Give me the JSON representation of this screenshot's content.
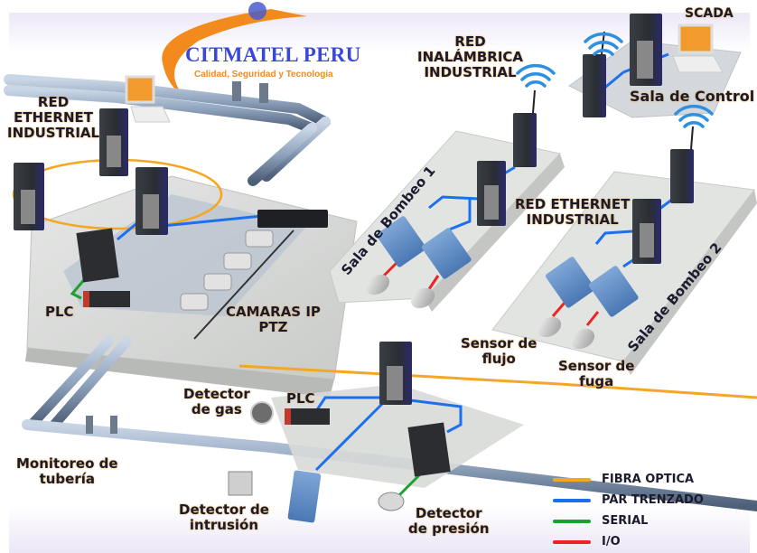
{
  "brand": {
    "name": "CITMATEL PERU",
    "tagline": "Calidad, Seguridad y Tecnologia"
  },
  "labels": {
    "scada": "SCADA",
    "sala_control": "Sala de Control",
    "red_inalambrica": [
      "RED",
      "INALÁMBRICA",
      "INDUSTRIAL"
    ],
    "red_ethernet_left": [
      "RED",
      "ETHERNET",
      "INDUSTRIAL"
    ],
    "red_ethernet_right": [
      "RED ETHERNET",
      "INDUSTRIAL"
    ],
    "sala_bombeo_1": "Sala de Bombeo 1",
    "sala_bombeo_2": "Sala de Bombeo 2",
    "plc_top": "PLC",
    "camaras": [
      "CAMARAS IP",
      "PTZ"
    ],
    "sensor_flujo": [
      "Sensor de",
      "flujo"
    ],
    "sensor_fuga": [
      "Sensor de",
      "fuga"
    ],
    "detector_gas": [
      "Detector",
      "de gas"
    ],
    "plc_bottom": "PLC",
    "monitoreo": [
      "Monitoreo de",
      "tubería"
    ],
    "detector_intrusion": [
      "Detector de",
      "intrusión"
    ],
    "detector_presion": [
      "Detector",
      "de presión"
    ]
  },
  "legend": [
    {
      "label": "FIBRA OPTICA",
      "color": "#f5a623"
    },
    {
      "label": "PAR TRENZADO",
      "color": "#1e6ff0"
    },
    {
      "label": "SERIAL",
      "color": "#1aa32a"
    },
    {
      "label": "I/O",
      "color": "#ee2222"
    }
  ],
  "colors": {
    "fiber": "#f5a623",
    "twisted_pair": "#1e6ff0",
    "serial": "#1aa32a",
    "io": "#ee2222",
    "wifi": "#2f8fe0",
    "platform": "#d9dbd9",
    "pipe": "#8fa3bd"
  }
}
